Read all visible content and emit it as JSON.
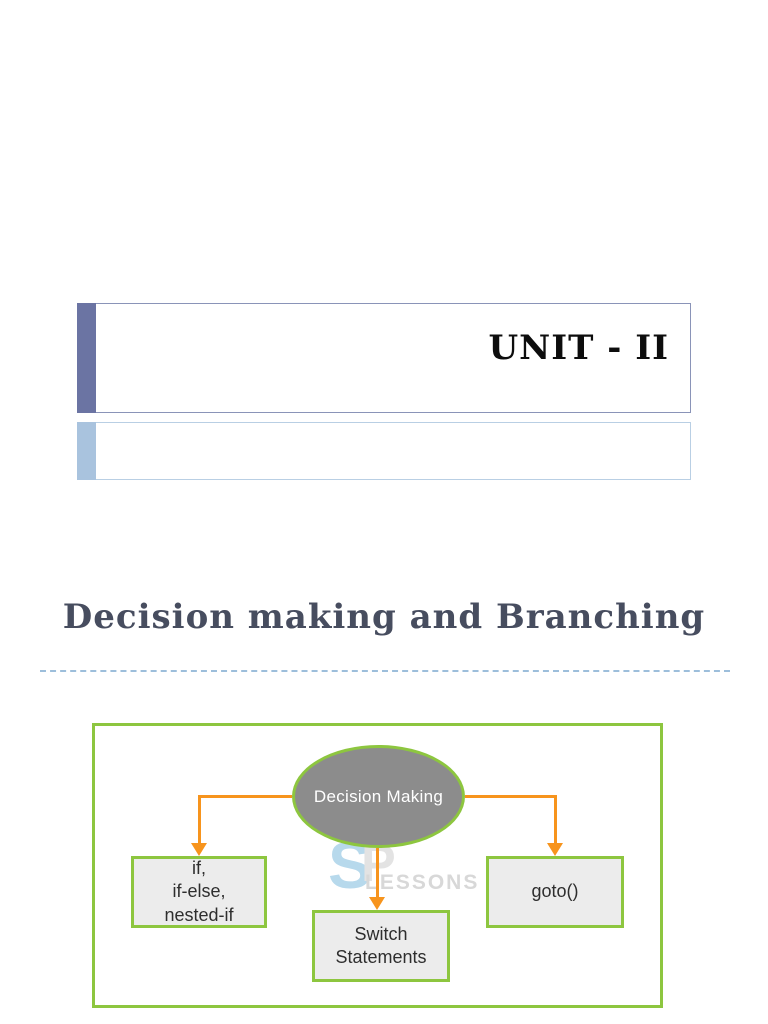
{
  "slide": {
    "title": "UNIT - II",
    "heading": "Decision making and Branching"
  },
  "diagram": {
    "root_label": "Decision Making",
    "nodes": [
      {
        "lines": [
          "if,",
          "if-else,",
          "nested-if"
        ]
      },
      {
        "lines": [
          "Switch",
          "Statements"
        ]
      },
      {
        "lines": [
          "goto()"
        ]
      }
    ],
    "watermark": {
      "s": "S",
      "p": "P",
      "label": "LESSONS"
    },
    "colors": {
      "border_green": "#8dc63f",
      "connector_orange": "#f7941d",
      "ellipse_gray": "#8c8c8c",
      "box_fill": "#ececec",
      "title_accent": "#6b74a3",
      "subtitle_accent": "#a9c3de",
      "heading_text": "#474d5f",
      "divider_blue": "#9dbedb"
    }
  }
}
